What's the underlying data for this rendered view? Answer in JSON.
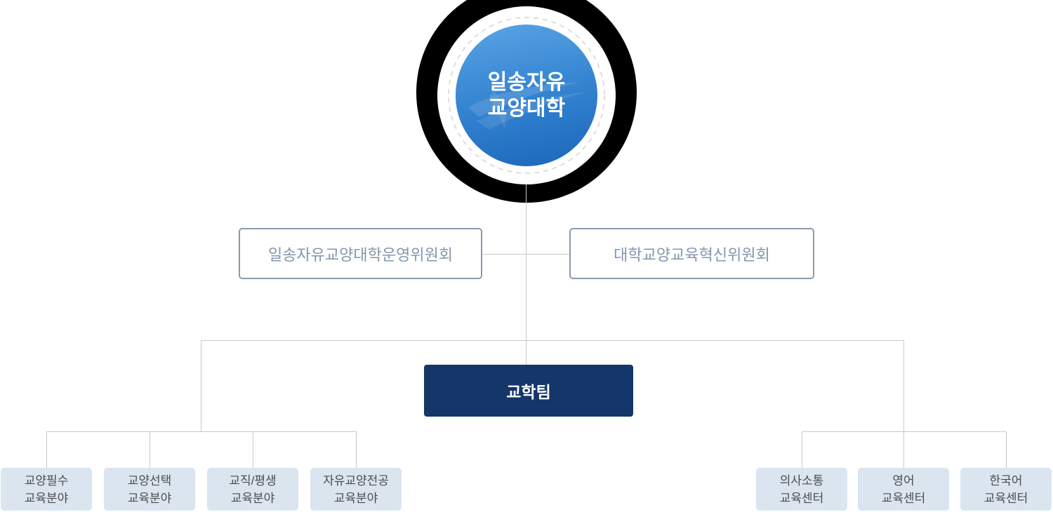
{
  "org": {
    "root": {
      "line1": "일송자유",
      "line2": "교양대학"
    },
    "committees": [
      {
        "label": "일송자유교양대학운영위원회"
      },
      {
        "label": "대학교양교육혁신위원회"
      }
    ],
    "team": {
      "label": "교학팀"
    },
    "left_units": [
      {
        "line1": "교양필수",
        "line2": "교육분야"
      },
      {
        "line1": "교양선택",
        "line2": "교육분야"
      },
      {
        "line1": "교직/평생",
        "line2": "교육분야"
      },
      {
        "line1": "자유교양전공",
        "line2": "교육분야"
      }
    ],
    "right_units": [
      {
        "line1": "의사소통",
        "line2": "교육센터"
      },
      {
        "line1": "영어",
        "line2": "교육센터"
      },
      {
        "line1": "한국어",
        "line2": "교육센터"
      }
    ]
  },
  "colors": {
    "root_gradient_top": "#5ba4e5",
    "root_gradient_bottom": "#1b66bb",
    "outer_ring": "#000000",
    "team_box": "#153668",
    "committee_border": "#8b9aab",
    "committee_text": "#8496ab",
    "unit_box": "#dbe5f0",
    "unit_text": "#4c4c4c",
    "connector": "#c9c9c9"
  }
}
